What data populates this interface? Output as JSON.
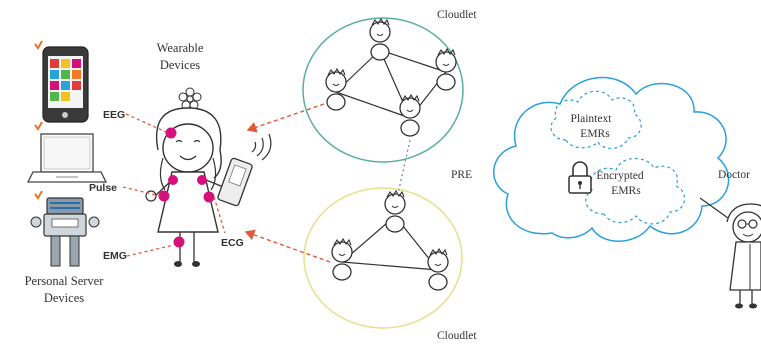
{
  "labels": {
    "wearable_line1": "Wearable",
    "wearable_line2": "Devices",
    "eeg": "EEG",
    "pulse": "Pulse",
    "emg": "EMG",
    "ecg": "ECG",
    "personal_server_line1": "Personal Server",
    "personal_server_line2": "Devices",
    "cloudlet_top": "Cloudlet",
    "cloudlet_bottom": "Cloudlet",
    "pre": "PRE",
    "plaintext_line1": "Plaintext",
    "plaintext_line2": "EMRs",
    "encrypted_line1": "Encrypted",
    "encrypted_line2": "EMRs",
    "doctor": "Doctor"
  },
  "colors": {
    "sensor": "#d6107a",
    "dashed_link": "#e05a3a",
    "checkmark": "#e8742a",
    "cloudlet_top_ring": "#5aaea0",
    "cloudlet_bottom_ring": "#e6e08a",
    "cloud_outline": "#2aa0dc",
    "line": "#333333"
  },
  "icons": [
    "phone-icon",
    "laptop-icon",
    "robot-server-icon",
    "lock-icon",
    "doctor-figure",
    "girl-figure",
    "wifi-waves-icon",
    "handheld-device-icon"
  ]
}
